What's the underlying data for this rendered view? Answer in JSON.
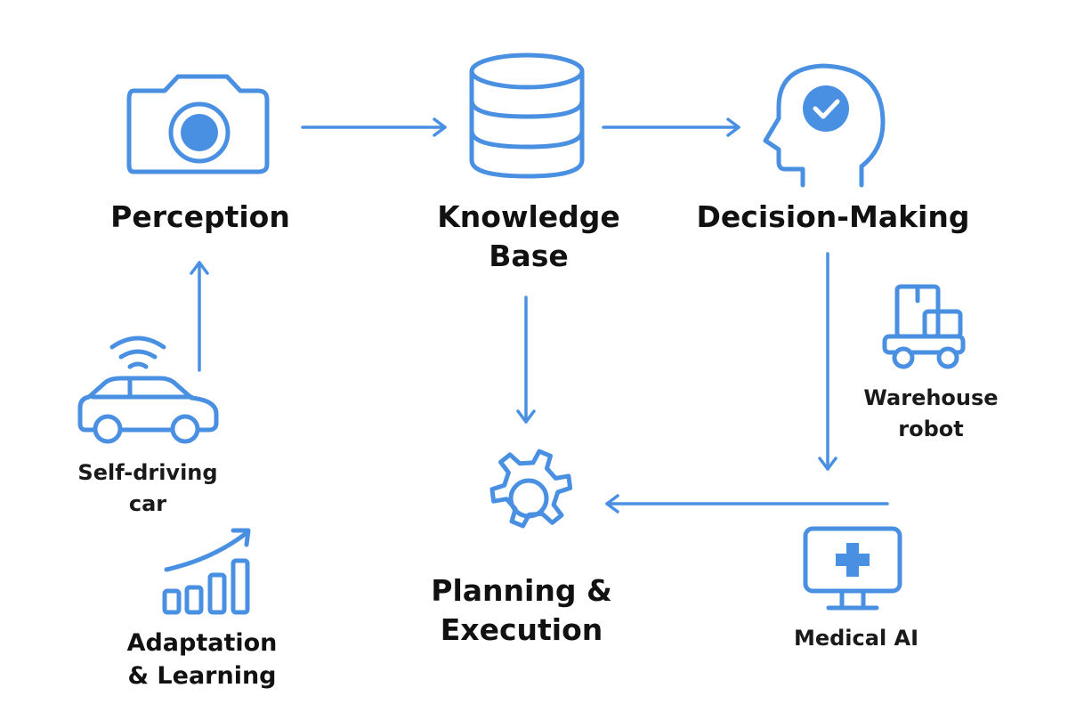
{
  "theme": {
    "accent": "#4a90e2",
    "fill": "#4a90e2",
    "text": "#111111"
  },
  "nodes": {
    "perception": {
      "label": "Perception",
      "icon": "camera-icon"
    },
    "knowledge": {
      "line1": "Knowledge",
      "line2": "Base",
      "icon": "database-icon"
    },
    "decision": {
      "label": "Decision-Making",
      "icon": "head-check-icon"
    },
    "planning": {
      "line1": "Planning &",
      "line2": "Execution",
      "icon": "gear-icon"
    },
    "adaptation": {
      "line1": "Adaptation",
      "line2": "& Learning",
      "icon": "growth-chart-icon"
    }
  },
  "examples": {
    "car": {
      "line1": "Self-driving",
      "line2": "car",
      "icon": "car-wifi-icon"
    },
    "robot": {
      "line1": "Warehouse",
      "line2": "robot",
      "icon": "warehouse-robot-icon"
    },
    "medical": {
      "label": "Medical AI",
      "icon": "medical-monitor-icon"
    }
  }
}
